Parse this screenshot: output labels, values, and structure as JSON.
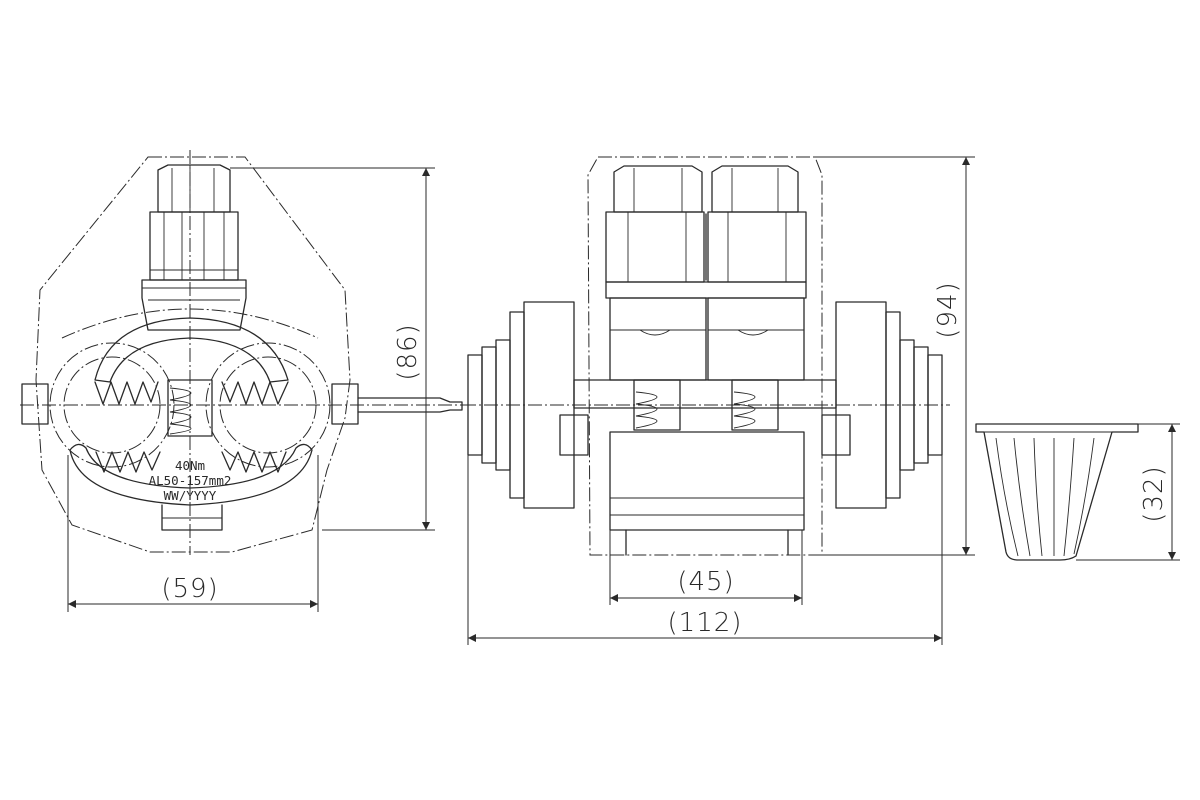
{
  "dimensions": {
    "width_side": "(59)",
    "height_side": "(86)",
    "spacing_front": "(45)",
    "length_front": "(112)",
    "height_front": "(94)",
    "cap_height": "(32)"
  },
  "markings": {
    "torque": "40Nm",
    "range": "AL50-157mm2",
    "date": "WW/YYYY"
  }
}
